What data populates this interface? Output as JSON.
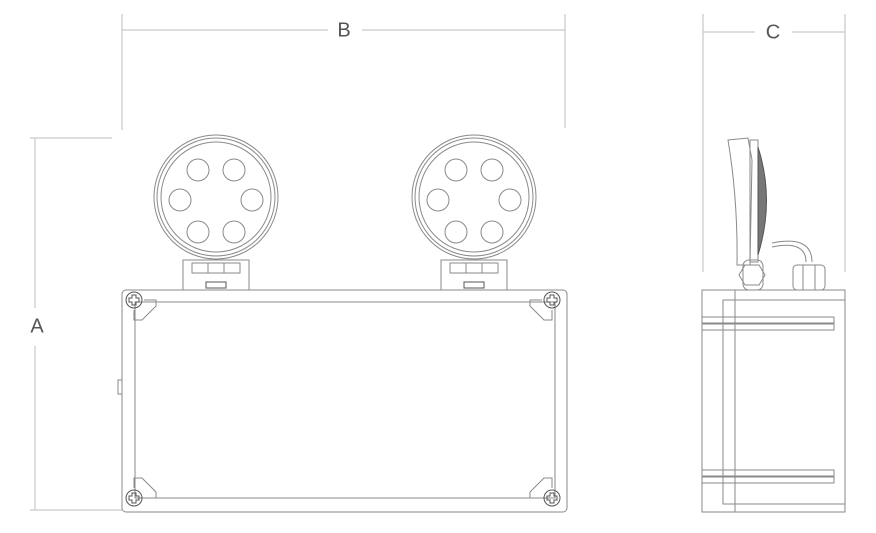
{
  "dimensions": {
    "height_label": "A",
    "width_label": "B",
    "depth_label": "C"
  },
  "views": [
    "front-view",
    "side-view"
  ],
  "colors": {
    "line": "#8a8a8a",
    "dimension": "#bdbdbd",
    "text": "#555555"
  }
}
